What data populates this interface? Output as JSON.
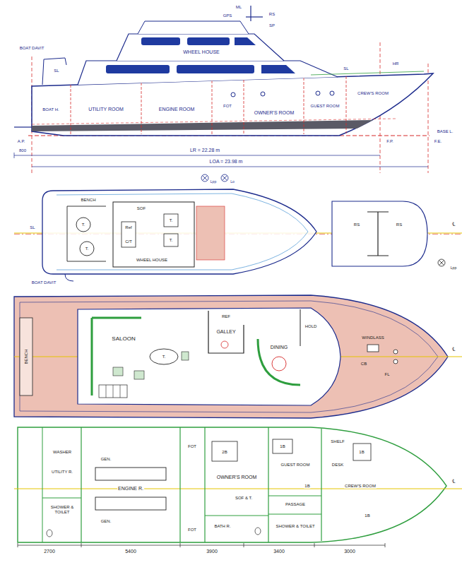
{
  "diagram": {
    "labels": [
      "ML",
      "RS",
      "GPS",
      "SP",
      "BOAT DAVIT",
      "WHEEL HOUSE",
      "SL",
      "SL",
      "HR",
      "BOAT H.",
      "UTILITY ROOM",
      "ENGINE ROOM",
      "FOT",
      "OWNER'S ROOM",
      "GUEST ROOM",
      "CREW'S ROOM",
      "A.P.",
      "F.P.",
      "F.E.",
      "BASE L.",
      "800",
      "LR = 22.28 m",
      "LOA = 23.98 m",
      "Lpp",
      "Lo",
      "BENCH",
      "T.",
      "T.",
      "SOF",
      "T.",
      "T.",
      "Ref",
      "C/T",
      "WHEEL HOUSE",
      "SL",
      "RS",
      "RS",
      "℄",
      "Lpp",
      "BOAT DAVIT",
      "BENCH",
      "SALOON",
      "T.",
      "REF",
      "GALLEY",
      "DINING",
      "HOLD",
      "WINDLASS",
      "CB",
      "FL",
      "℄",
      "WASHER",
      "UTILITY R.",
      "SHOWER & TOILET",
      "GEN.",
      "GEN.",
      "ENGINE R.",
      "FOT",
      "FOT",
      "2B",
      "OWNER'S ROOM",
      "SOF & T.",
      "BATH R.",
      "1B",
      "GUEST ROOM",
      "1B",
      "PASSAGE",
      "SHOWER & TOILET",
      "SHELF",
      "DESK",
      "1B",
      "CREW'S ROOM",
      "1B",
      "℄",
      "2700",
      "5400",
      "3900",
      "3400",
      "3000"
    ]
  }
}
